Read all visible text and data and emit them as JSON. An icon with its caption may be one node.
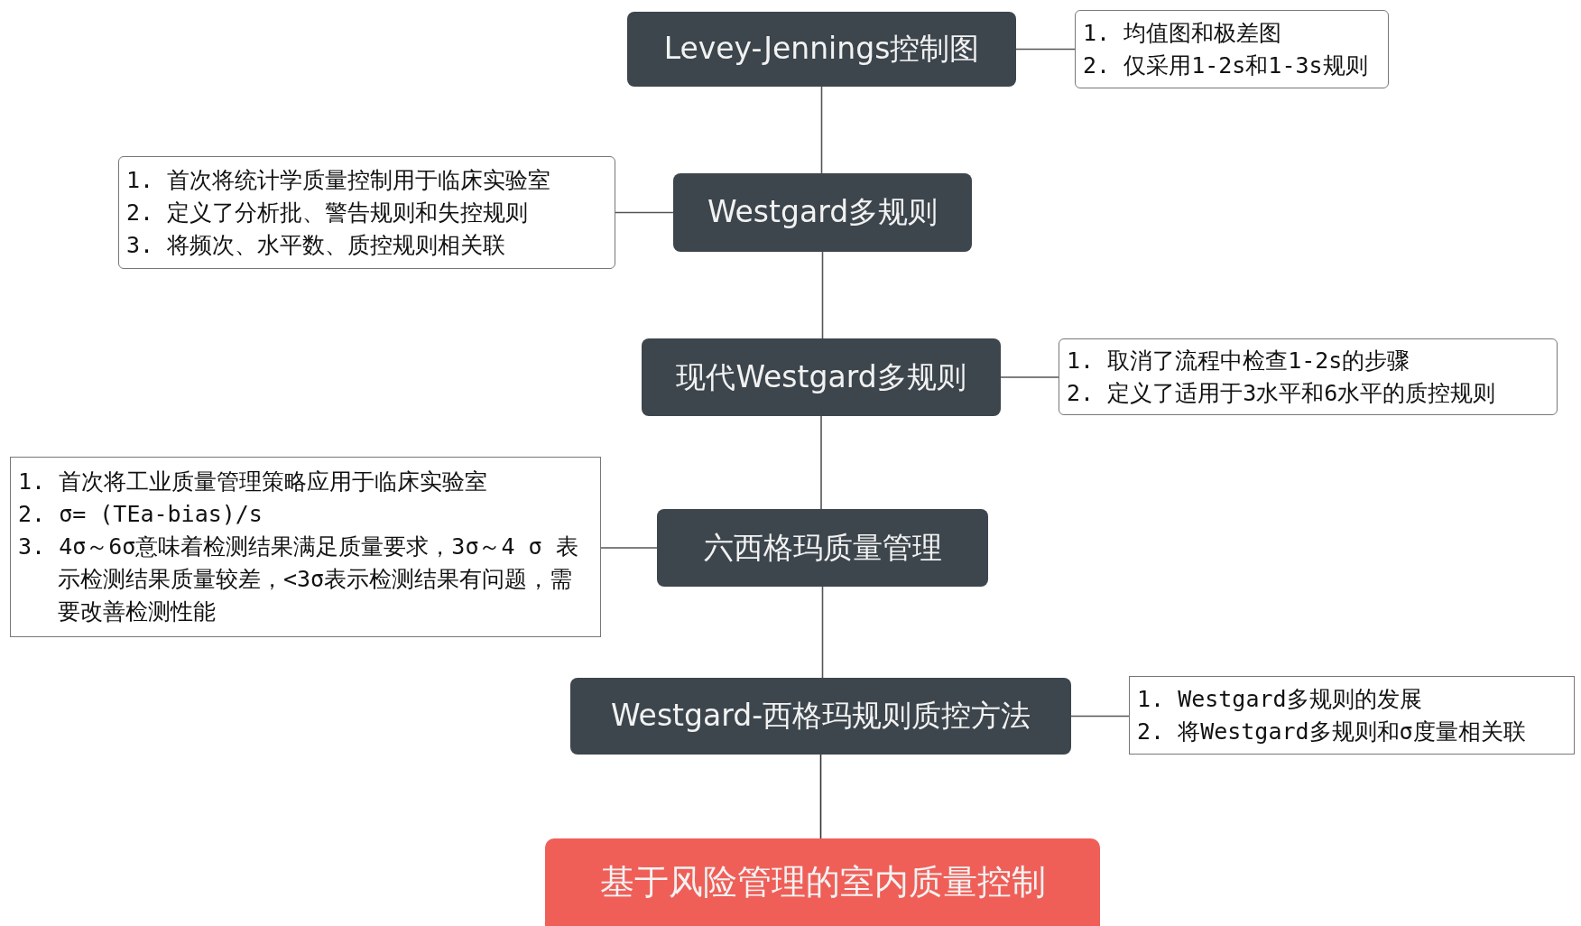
{
  "diagram": {
    "nodes": [
      {
        "text": [
          "Levey-Jennings控制图"
        ]
      },
      {
        "text": [
          "1. 均值图和极差图",
          "2. 仅采用1-2s和1-3s规则"
        ]
      },
      {
        "text": [
          "1. 首次将统计学质量控制用于临床实验室",
          "2. 定义了分析批、警告规则和失控规则",
          "3. 将频次、水平数、质控规则相关联"
        ]
      },
      {
        "text": [
          "Westgard多规则"
        ]
      },
      {
        "text": [
          "现代Westgard多规则"
        ]
      },
      {
        "text": [
          "1. 取消了流程中检查1-2s的步骤",
          "2. 定义了适用于3水平和6水平的质控规则"
        ]
      },
      {
        "text": [
          "1. 首次将工业质量管理策略应用于临床实验室",
          "2. σ= (TEa-bias)/s",
          "3. 4σ～6σ意味着检测结果满足质量要求，3σ～4 σ 表示检测结果质量较差，<3σ表示检测结果有问题，需要改善检测性能"
        ]
      },
      {
        "text": [
          "六西格玛质量管理"
        ]
      },
      {
        "text": [
          "Westgard-西格玛规则质控方法"
        ]
      },
      {
        "text": [
          "1. Westgard多规则的发展",
          "2. 将Westgard多规则和σ度量相关联"
        ]
      },
      {
        "text": [
          "基于风险管理的室内质量控制"
        ]
      }
    ],
    "edges": [
      {
        "from": 0,
        "to": 1,
        "arrow": "none"
      },
      {
        "from": 0,
        "to": 3,
        "arrow": "none"
      },
      {
        "from": 3,
        "to": 2,
        "arrow": "none"
      },
      {
        "from": 3,
        "to": 4,
        "arrow": "none"
      },
      {
        "from": 4,
        "to": 5,
        "arrow": "none"
      },
      {
        "from": 4,
        "to": 7,
        "arrow": "none"
      },
      {
        "from": 7,
        "to": 6,
        "arrow": "none"
      },
      {
        "from": 7,
        "to": 8,
        "arrow": "none"
      },
      {
        "from": 8,
        "to": 9,
        "arrow": "none"
      },
      {
        "from": 8,
        "to": 10,
        "arrow": "none",
        "color": "#333333"
      }
    ]
  }
}
